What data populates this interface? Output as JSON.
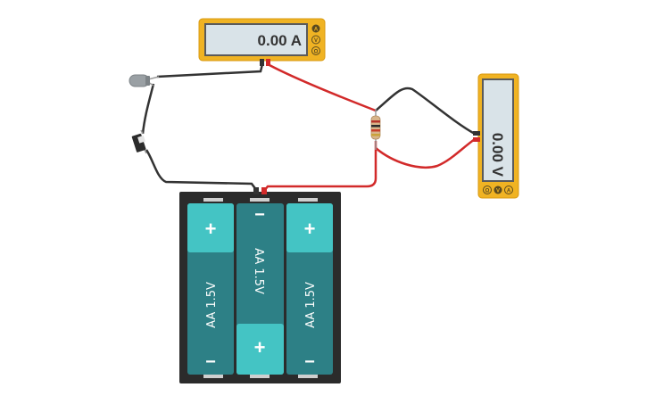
{
  "ammeter": {
    "reading": "0.00 A",
    "mode_buttons": [
      "A",
      "V",
      "Ω"
    ]
  },
  "voltmeter": {
    "reading": "0.00 V",
    "mode_buttons": [
      "A",
      "V",
      "Ω"
    ]
  },
  "battery_pack": {
    "cells": [
      {
        "label": "AA 1.5V",
        "top_sign": "+",
        "bottom_sign": "−"
      },
      {
        "label": "AA 1.5V",
        "top_sign": "−",
        "bottom_sign": "+"
      },
      {
        "label": "AA 1.5V",
        "top_sign": "+",
        "bottom_sign": "−"
      }
    ]
  },
  "colors": {
    "multimeter_body": "#f0b323",
    "lcd": "#d9e3e8",
    "wire_red": "#d22a2a",
    "wire_black": "#333333",
    "battery_case": "#2b2b2b",
    "cell_teal": "#2d8086",
    "cell_light": "#44c4c4"
  }
}
